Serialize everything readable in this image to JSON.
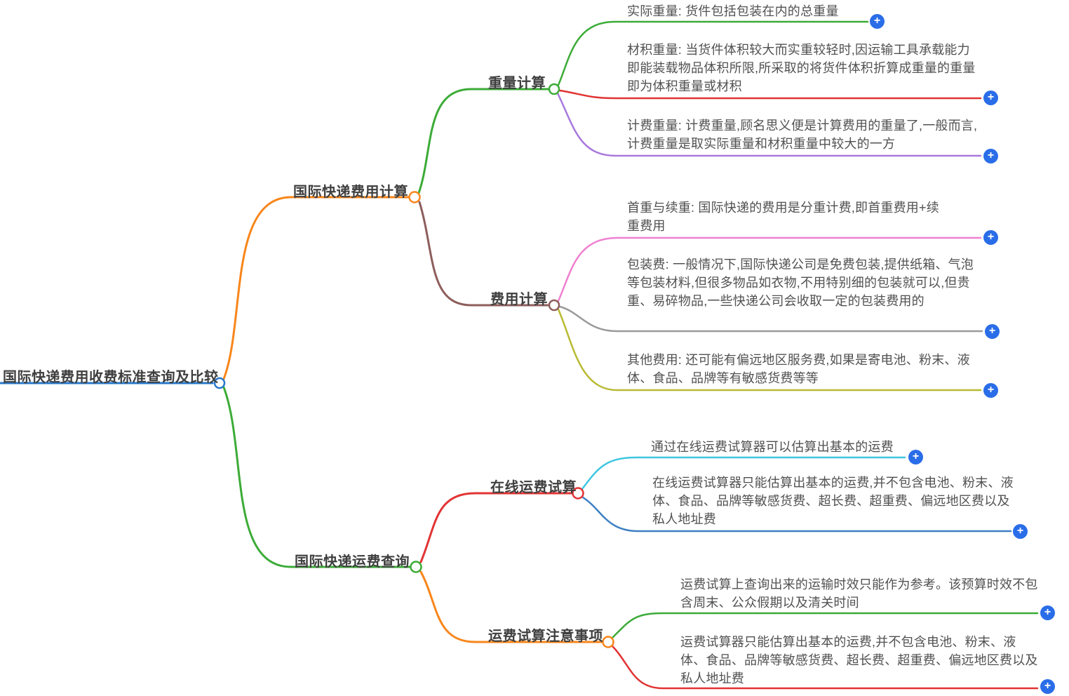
{
  "root": {
    "label": "国际快递费用收费标准查询及比较",
    "color": "#2878cc"
  },
  "branches": [
    {
      "label": "国际快递费用计算",
      "color": "#f8861b",
      "children": [
        {
          "label": "重量计算",
          "color": "#3cab37",
          "leaves": [
            {
              "text": "实际重量: 货件包括包装在内的总重量",
              "color": "#3cab37"
            },
            {
              "text": "材积重量: 当货件体积较大而实重较轻时,因运输工具承载能力即能装载物品体积所限,所采取的将货件体积折算成重量的重量即为体积重量或材积",
              "color": "#e23333"
            },
            {
              "text": "计费重量: 计费重量,顾名思义便是计算费用的重量了,一般而言,计费重量是取实际重量和材积重量中较大的一方",
              "color": "#a878dc"
            }
          ]
        },
        {
          "label": "费用计算",
          "color": "#8d5e5c",
          "leaves": [
            {
              "text": "首重与续重: 国际快递的费用是分重计费,即首重费用+续重费用",
              "color": "#f080d0"
            },
            {
              "text": "包装费: 一般情况下,国际快递公司是免费包装,提供纸箱、气泡等包装材料,但很多物品如衣物,不用特别细的包装就可以,但贵重、易碎物品,一些快递公司会收取一定的包装费用的",
              "color": "#9a9a9a"
            },
            {
              "text": "其他费用: 还可能有偏远地区服务费,如果是寄电池、粉末、液体、食品、品牌等有敏感货费等等",
              "color": "#b8ba33"
            }
          ]
        }
      ]
    },
    {
      "label": "国际快递运费查询",
      "color": "#3cab37",
      "children": [
        {
          "label": "在线运费试算",
          "color": "#e23333",
          "leaves": [
            {
              "text": "通过在线运费试算器可以估算出基本的运费",
              "color": "#3ec6e0"
            },
            {
              "text": "在线运费试算器只能估算出基本的运费,并不包含电池、粉末、液体、食品、品牌等敏感货费、超长费、超重费、偏远地区费以及私人地址费",
              "color": "#3d7fc4"
            }
          ]
        },
        {
          "label": "运费试算注意事项",
          "color": "#f8861b",
          "leaves": [
            {
              "text": "运费试算上查询出来的运输时效只能作为参考。该预算时效不包含周末、公众假期以及清关时间",
              "color": "#3cab37"
            },
            {
              "text": "运费试算器只能估算出基本的运费,并不包含电池、粉末、液体、食品、品牌等敏感货费、超长费、超重费、偏远地区费以及私人地址费",
              "color": "#e23333"
            }
          ]
        }
      ]
    }
  ],
  "add_button": {
    "glyph": "+",
    "color": "#2a6de8"
  }
}
